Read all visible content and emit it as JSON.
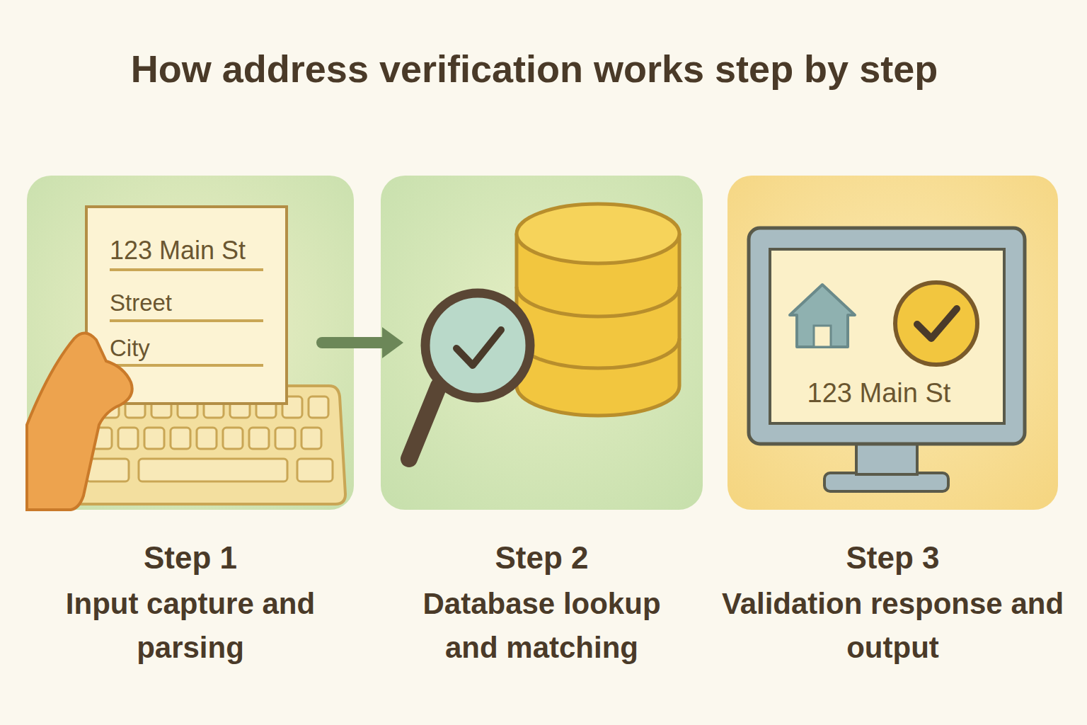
{
  "diagram": {
    "title": "How address verification works step by step",
    "nodes": [
      {
        "text": [
          "Step 1",
          "Input capture and parsing"
        ]
      },
      {
        "text": [
          "Step 2",
          "Database lookup and matching"
        ]
      },
      {
        "text": [
          "Step 3",
          "Validation response and output"
        ]
      }
    ],
    "edges": [
      {
        "from": 0,
        "to": 1,
        "arrow": "to"
      }
    ],
    "labels": [
      "123 Main St",
      "Street",
      "City",
      "123 Main St"
    ]
  }
}
